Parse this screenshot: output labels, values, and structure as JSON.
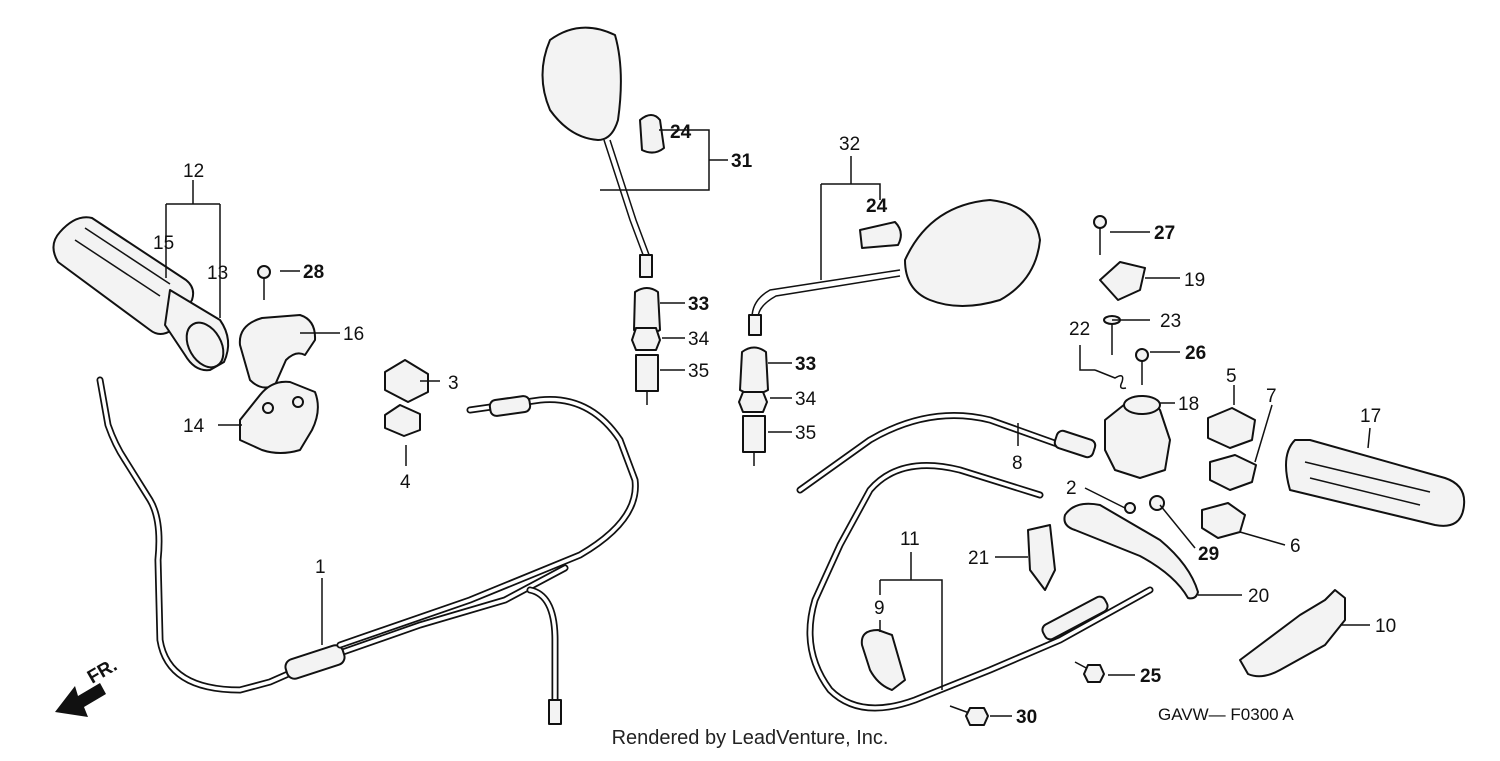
{
  "callouts": {
    "c1": "1",
    "c2": "2",
    "c3": "3",
    "c4": "4",
    "c5": "5",
    "c6": "6",
    "c7": "7",
    "c8": "8",
    "c9": "9",
    "c10": "10",
    "c11": "11",
    "c12": "12",
    "c13": "13",
    "c14": "14",
    "c15": "15",
    "c16": "16",
    "c17": "17",
    "c18": "18",
    "c19": "19",
    "c20": "20",
    "c21": "21",
    "c22": "22",
    "c23": "23",
    "c24a": "24",
    "c24b": "24",
    "c25": "25",
    "c26": "26",
    "c27": "27",
    "c28": "28",
    "c29": "29",
    "c30": "30",
    "c31": "31",
    "c32": "32",
    "c33a": "33",
    "c33b": "33",
    "c34a": "34",
    "c34b": "34",
    "c35a": "35",
    "c35b": "35"
  },
  "direction_label": "FR.",
  "diagram_code": "GAVW— F0300 A",
  "footer": "Rendered by LeadVenture, Inc."
}
